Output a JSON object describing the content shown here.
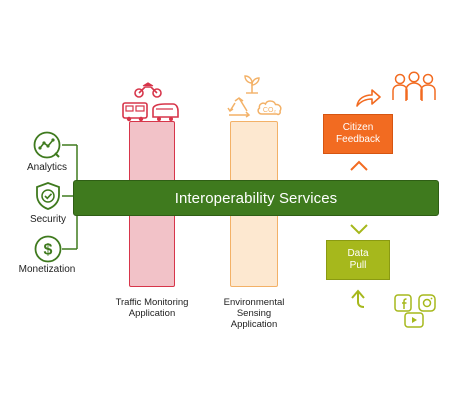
{
  "left_items": [
    {
      "label": "Analytics",
      "icon": "analytics-icon"
    },
    {
      "label": "Security",
      "icon": "security-shield-icon"
    },
    {
      "label": "Monetization",
      "icon": "dollar-icon"
    }
  ],
  "band": {
    "label": "Interoperability Services"
  },
  "apps": [
    {
      "label_line1": "Traffic Monitoring",
      "label_line2": "Application",
      "label_line3": ""
    },
    {
      "label_line1": "Environmental",
      "label_line2": "Sensing",
      "label_line3": "Application"
    }
  ],
  "citizen_feedback": {
    "line1": "Citizen",
    "line2": "Feedback"
  },
  "data_pull": {
    "line1": "Data",
    "line2": "Pull"
  },
  "co2_text": "CO₂",
  "colors": {
    "green_dark": "#3f7a1e",
    "red": "#d7354a",
    "orange": "#f26b21",
    "olive": "#a6b81c",
    "light_orange": "#f3b167"
  }
}
